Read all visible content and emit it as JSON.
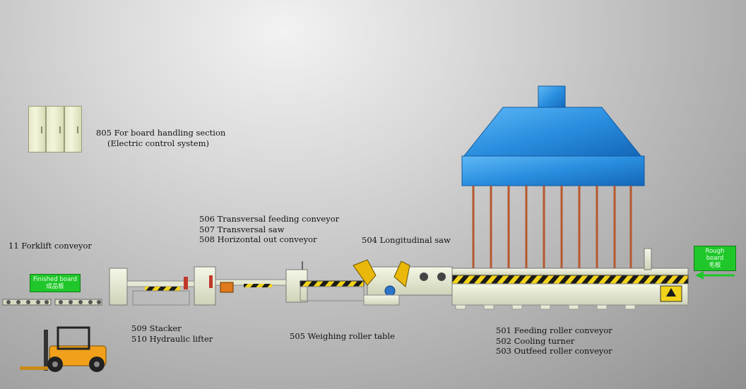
{
  "labels": {
    "control": {
      "line1": "805 For board handling section",
      "line2": "(Electric control system)"
    },
    "forklift_conveyor": "11 Forklift conveyor",
    "transversal": {
      "line1": "506 Transversal feeding conveyor",
      "line2": "507 Transversal saw",
      "line3": "508 Horizontal out conveyor"
    },
    "longitudinal_saw": "504 Longitudinal saw",
    "stacker": {
      "line1": "509 Stacker",
      "line2": "510 Hydraulic lifter"
    },
    "weighing": "505 Weighing roller table",
    "feeding": {
      "line1": "501 Feeding roller conveyor",
      "line2": "502 Cooling turner",
      "line3": "503 Outfeed roller conveyor"
    }
  },
  "tags": {
    "finished": {
      "en": "Finished board",
      "cn": "成品板"
    },
    "rough": {
      "en": "Rough board",
      "cn": "毛板"
    }
  },
  "colors": {
    "hood": "#2a8fe0",
    "machine": "#e8ecd6",
    "hazard_yellow": "#f1d21a",
    "tag_green": "#1fc72a",
    "forklift": "#f0a01a"
  }
}
